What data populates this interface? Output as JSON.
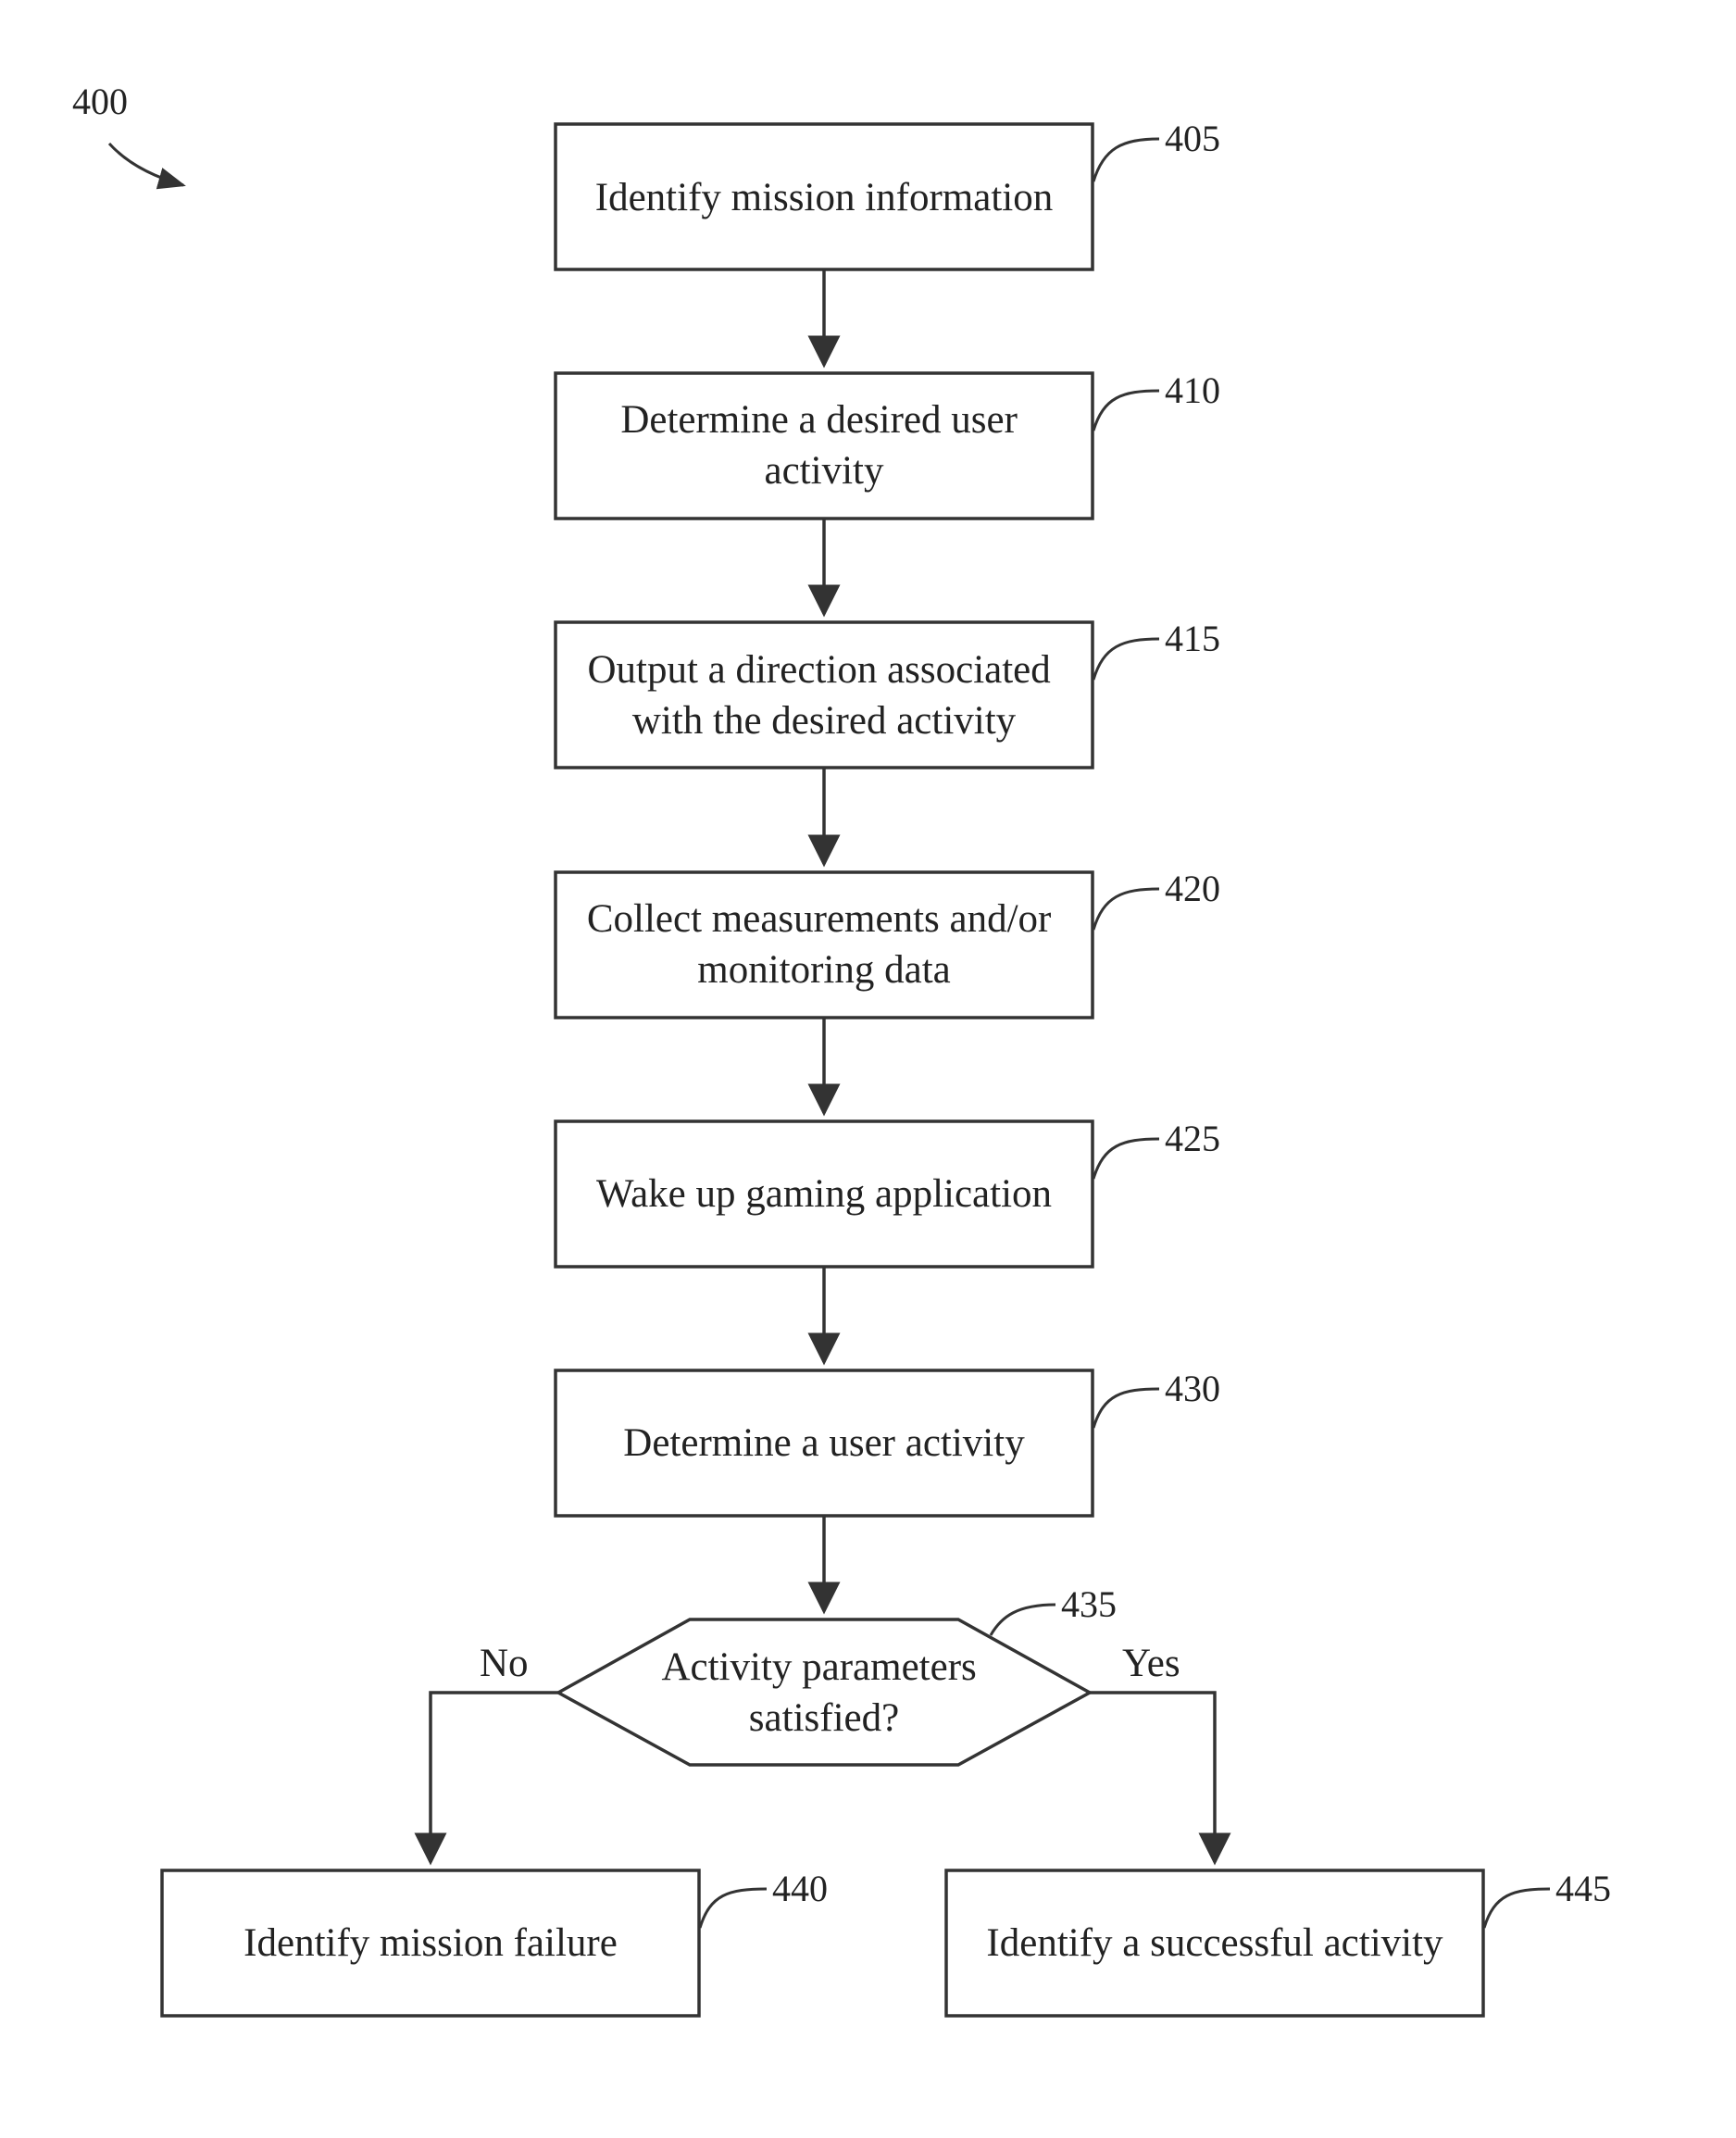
{
  "figure": {
    "number": "400"
  },
  "steps": [
    {
      "ref": "405",
      "lines": [
        "Identify mission information"
      ]
    },
    {
      "ref": "410",
      "lines": [
        "Determine a desired user",
        "activity"
      ]
    },
    {
      "ref": "415",
      "lines": [
        "Output a direction associated",
        "with the desired activity"
      ]
    },
    {
      "ref": "420",
      "lines": [
        "Collect measurements and/or",
        "monitoring data"
      ]
    },
    {
      "ref": "425",
      "lines": [
        "Wake up gaming application"
      ]
    },
    {
      "ref": "430",
      "lines": [
        "Determine a user activity"
      ]
    }
  ],
  "decision": {
    "ref": "435",
    "lines": [
      "Activity parameters",
      "satisfied?"
    ],
    "no_label": "No",
    "yes_label": "Yes"
  },
  "outcomes": {
    "failure": {
      "ref": "440",
      "lines": [
        "Identify mission failure"
      ]
    },
    "success": {
      "ref": "445",
      "lines": [
        "Identify a successful activity"
      ]
    }
  }
}
